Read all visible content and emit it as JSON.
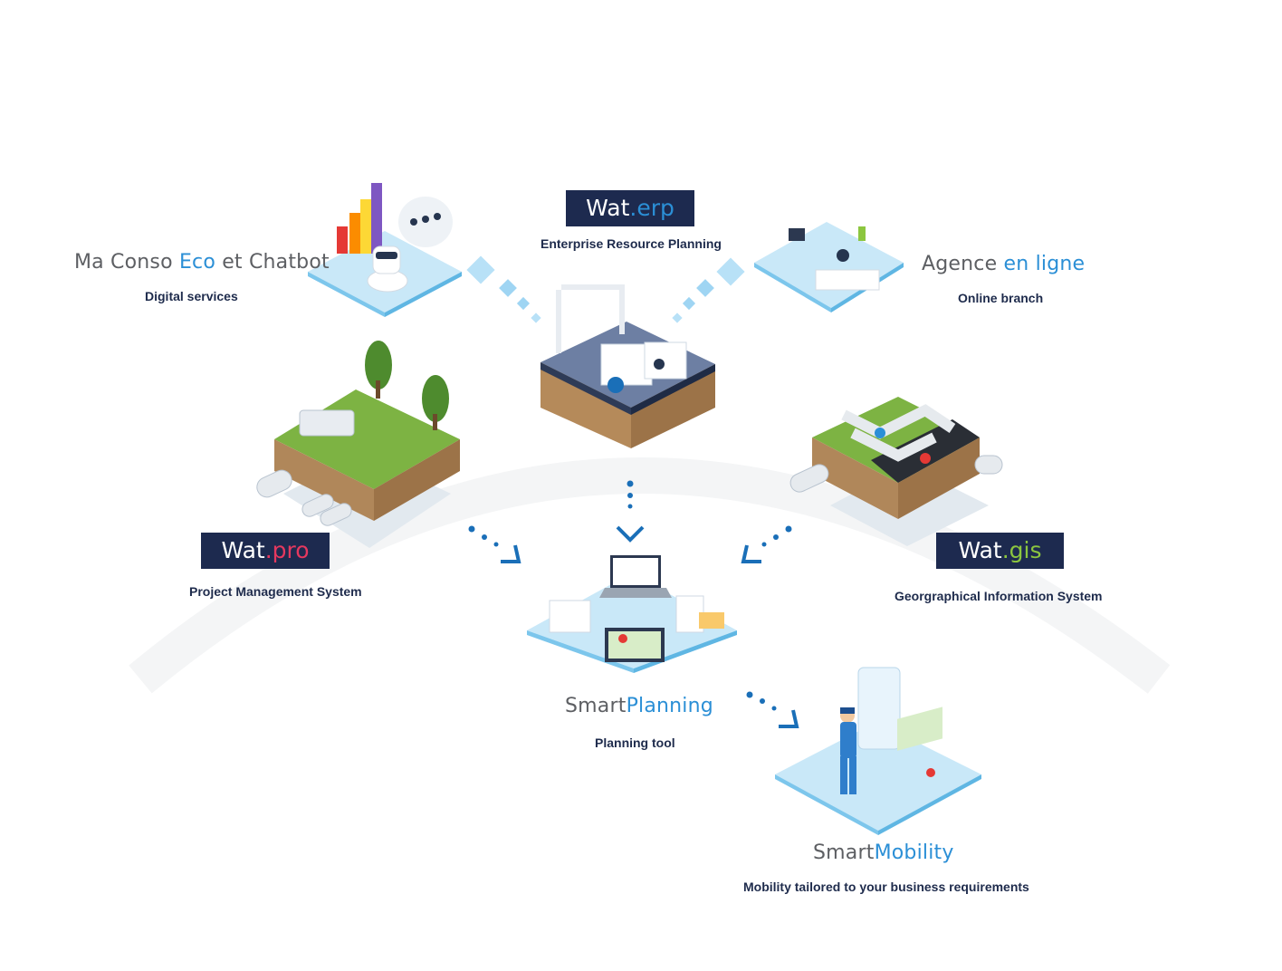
{
  "modules": {
    "maconso": {
      "title_pre": "Ma Conso ",
      "title_accent": "Eco",
      "title_post": " et Chatbot",
      "subtitle": "Digital services",
      "accent_color": "#2b8fd6"
    },
    "waterp": {
      "brand": "Wat",
      "suffix": ".erp",
      "subtitle": "Enterprise Resource Planning",
      "accent_color": "#2b8fd6"
    },
    "agence": {
      "title_pre": "Agence ",
      "title_accent": "en ligne",
      "subtitle": "Online branch",
      "accent_color": "#2b8fd6"
    },
    "watpro": {
      "brand": "Wat",
      "suffix": ".pro",
      "subtitle": "Project Management System",
      "accent_color": "#e5385f"
    },
    "watgis": {
      "brand": "Wat",
      "suffix": ".gis",
      "subtitle": "Georgraphical Information System",
      "accent_color": "#8cc63f"
    },
    "smartplanning": {
      "title_pre": "Smart",
      "title_accent": "Planning",
      "subtitle": "Planning tool",
      "accent_color": "#2b8fd6"
    },
    "smartmobility": {
      "title_pre": "Smart",
      "title_accent": "Mobility",
      "subtitle": "Mobility tailored to your business requirements",
      "accent_color": "#2b8fd6"
    }
  },
  "colors": {
    "badge_bg": "#1d2a4f",
    "text_gray": "#5d5f63",
    "subtitle_navy": "#1e2b4c",
    "tile_blue": "#c9e8f8",
    "earth": "#b0875a",
    "grass": "#7db343",
    "connector": "#1a6fb8"
  }
}
